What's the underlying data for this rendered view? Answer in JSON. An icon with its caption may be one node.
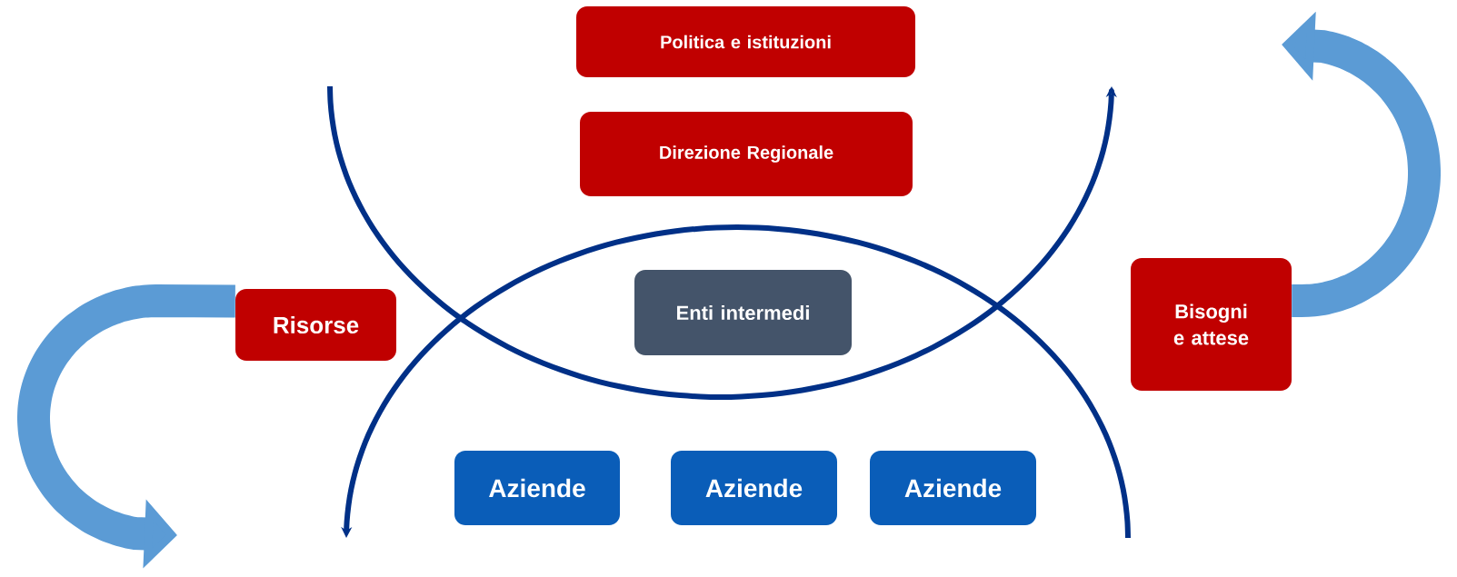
{
  "diagram": {
    "nodes": [
      {
        "text": [
          "Politica e istituzioni"
        ]
      },
      {
        "text": [
          "Direzione Regionale"
        ]
      },
      {
        "text": [
          "Risorse"
        ]
      },
      {
        "text": [
          "Enti intermedi"
        ]
      },
      {
        "text": [
          "Bisogni e attese"
        ]
      },
      {
        "text": [
          "Aziende"
        ]
      },
      {
        "text": [
          "Aziende"
        ]
      },
      {
        "text": [
          "Aziende"
        ]
      }
    ],
    "edges": [
      {
        "from": 2,
        "to": null,
        "arrow": "to"
      },
      {
        "from": 4,
        "to": null,
        "arrow": "to"
      }
    ]
  }
}
